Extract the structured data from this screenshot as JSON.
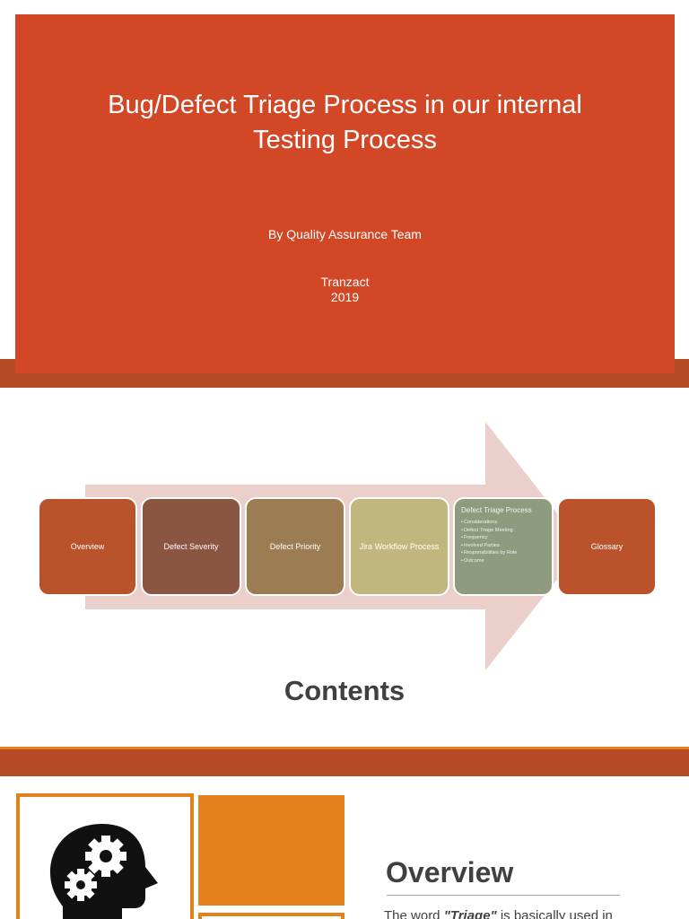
{
  "title_slide": {
    "title_line1": "Bug/Defect Triage Process in our internal",
    "title_line2": "Testing Process",
    "subtitle": "By Quality Assurance Team",
    "org": "Tranzact",
    "year": "2019",
    "colors": {
      "panel": "#d24726",
      "strip": "#b64926"
    }
  },
  "contents_slide": {
    "title": "Contents",
    "steps": [
      {
        "label": "Overview",
        "color": "#b9532c"
      },
      {
        "label": "Defect Severity",
        "color": "#8a5541"
      },
      {
        "label": "Defect Priority",
        "color": "#9b7c53"
      },
      {
        "label": "Jira Workflow Process",
        "color": "#c1b77e"
      },
      {
        "label": "Defect Triage Process",
        "color": "#8f9b7e"
      },
      {
        "label": "Glossary",
        "color": "#ba532b"
      }
    ],
    "triage_items": [
      "Considerations",
      "Defect Triage Meeting",
      "Frequency",
      "Involved Parties",
      "Responsibilities  by Role",
      "Outcome"
    ],
    "arrow_color": "#ebcfcb"
  },
  "overview_slide": {
    "title": "Overview",
    "body_prefix": "The word ",
    "body_emphasis": "\"Triage\"",
    "body_suffix": " is basically used in",
    "icon": "head-gears-icon",
    "colors": {
      "accent": "#e4811c",
      "strip": "#b64926"
    }
  }
}
